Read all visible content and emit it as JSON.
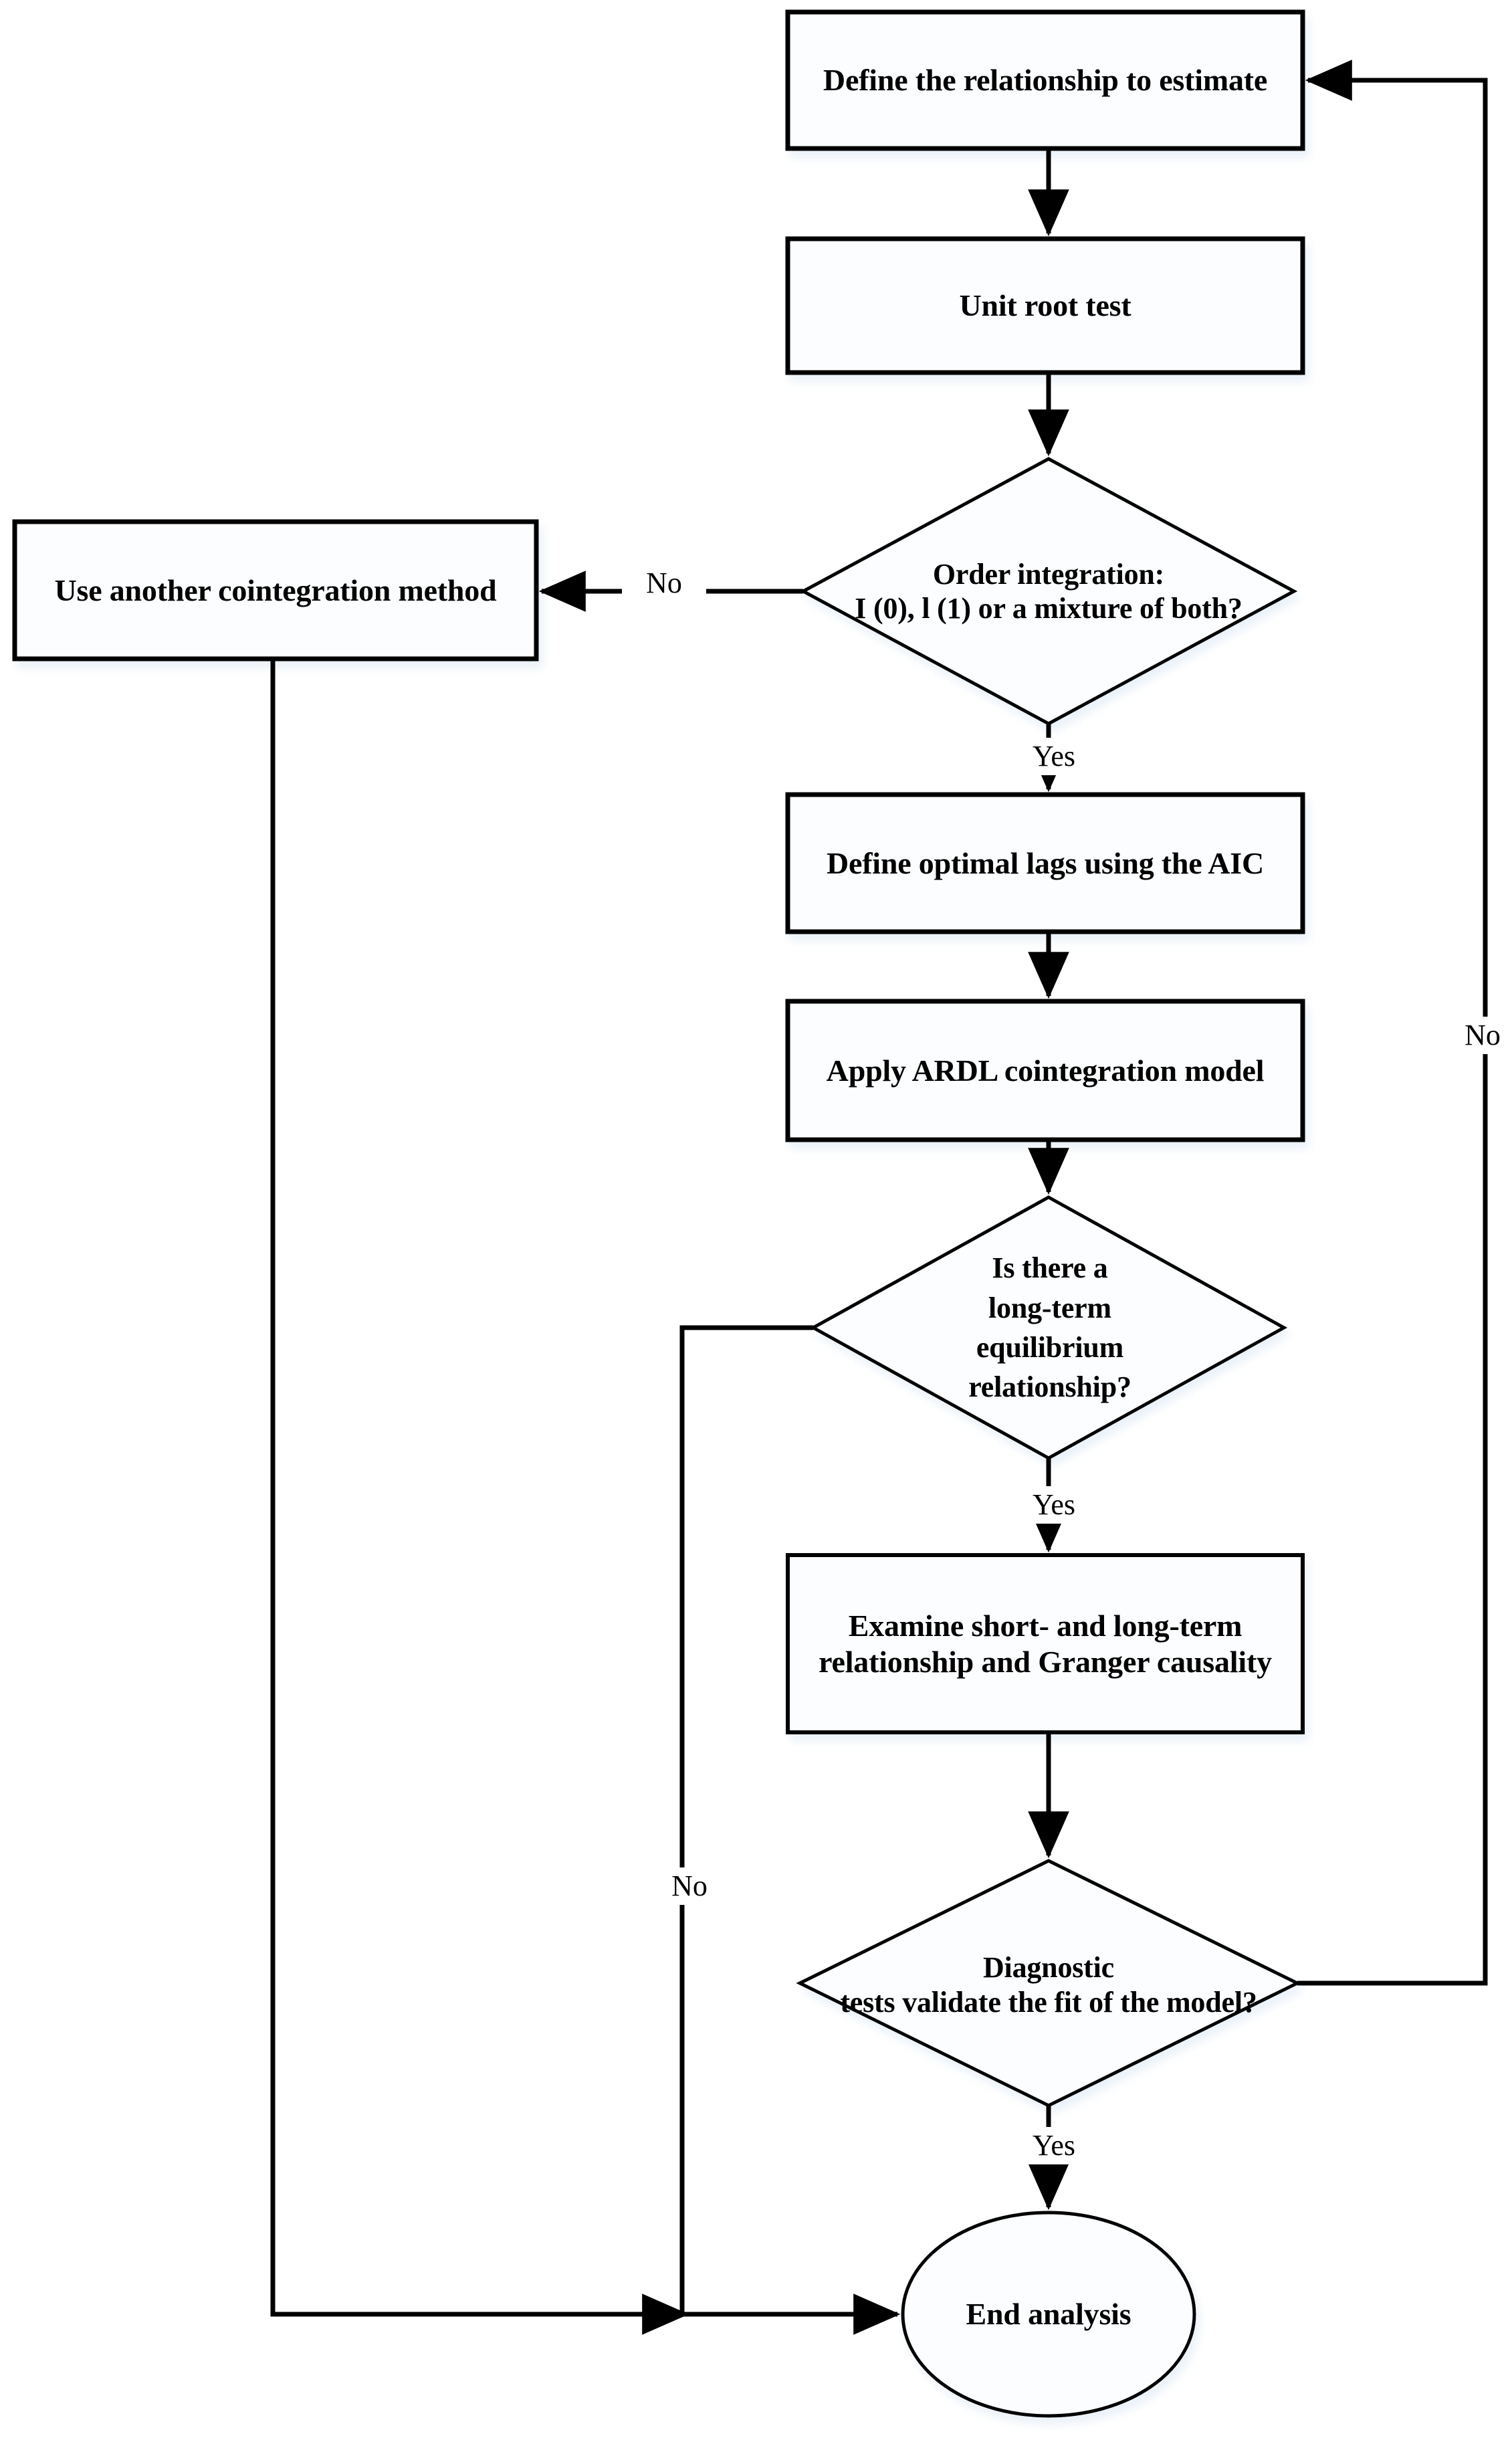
{
  "diagram": {
    "title": "ARDL cointegration analysis flowchart",
    "colors": {
      "stroke": "#000000",
      "box_fill": "#fbfdff",
      "shadow": "#d9e3ee",
      "text": "#000000",
      "background": "#ffffff"
    },
    "nodes": [
      {
        "id": "define-relationship",
        "type": "process",
        "label": "Define the relationship to estimate"
      },
      {
        "id": "unit-root-test",
        "type": "process",
        "label": "Unit root test"
      },
      {
        "id": "order-integration",
        "type": "decision",
        "label": "Order integration:\nI (0), l (1) or a mixture of both?"
      },
      {
        "id": "another-cointegration-method",
        "type": "process",
        "label": "Use another cointegration method"
      },
      {
        "id": "optimal-lags-aic",
        "type": "process",
        "label": "Define optimal lags using the AIC"
      },
      {
        "id": "apply-ardl",
        "type": "process",
        "label": "Apply ARDL cointegration model"
      },
      {
        "id": "long-term-equilibrium",
        "type": "decision",
        "label": "Is there a\nlong-term\nequilibrium\nrelationship?"
      },
      {
        "id": "examine-relationship",
        "type": "process",
        "label": "Examine short- and long-term relationship and Granger causality"
      },
      {
        "id": "diagnostic-tests",
        "type": "decision",
        "label": "Diagnostic\ntests validate the fit of the model?"
      },
      {
        "id": "end-analysis",
        "type": "terminator",
        "label": "End analysis"
      }
    ],
    "edge_labels": {
      "order_integration_no": "No",
      "order_integration_yes": "Yes",
      "long_term_no": "No",
      "long_term_yes": "Yes",
      "diagnostic_no_right": "No",
      "diagnostic_yes": "Yes"
    }
  }
}
